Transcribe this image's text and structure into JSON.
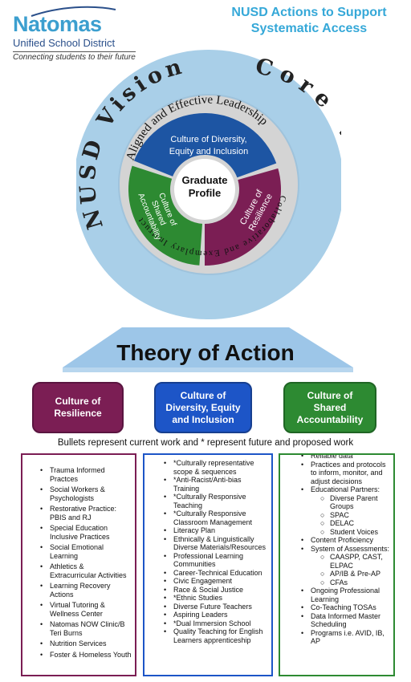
{
  "logo": {
    "name": "Natomas",
    "district": "Unified School District",
    "tagline": "Connecting students to their future"
  },
  "title": "NUSD Actions to Support Systematic Access",
  "diagram": {
    "outer_left": "NUSD Vision",
    "outer_right": "Core Values",
    "middle_top": "Aligned and Effective Leadership",
    "middle_bottom": "Collaborative and Exemplary Instruction",
    "center": [
      "Graduate",
      "Profile"
    ],
    "segments": {
      "diversity": [
        "Culture of Diversity,",
        "Equity and Inclusion"
      ],
      "resilience": [
        "Culture of",
        "Resilience"
      ],
      "accountability": [
        "Culture of",
        "Shared",
        "Accountability"
      ]
    },
    "colors": {
      "outer": "#a9cfe8",
      "middle": "#d4d4d4",
      "diversity": "#1d55a3",
      "resilience": "#7b1e54",
      "accountability": "#2d8a32",
      "roof": "#9dc6e8"
    }
  },
  "theory_of_action": "Theory of Action",
  "cultures": {
    "resilience": "Culture of Resilience",
    "diversity": "Culture of Diversity, Equity and Inclusion",
    "accountability": "Culture of Shared Accountability"
  },
  "note": "Bullets represent current work and * represent future and proposed work",
  "columns": {
    "resilience": [
      {
        "text": "Trauma Informed Practces"
      },
      {
        "text": "Social Workers & Psychologists"
      },
      {
        "text": "Restorative Practice: PBIS and RJ"
      },
      {
        "text": "Special Education Inclusive Practices"
      },
      {
        "text": "Social Emotional Learning"
      },
      {
        "text": "Athletics & Extracurricular Activities"
      },
      {
        "text": "Learning Recovery Actions"
      },
      {
        "text": "Virtual Tutoring & Wellness Center"
      },
      {
        "text": "Natomas NOW Clinic/B Teri Burns"
      },
      {
        "text": "Nutrition Services"
      },
      {
        "text": "Foster & Homeless Youth"
      }
    ],
    "diversity": [
      {
        "text": "*Culturally representative scope & sequences"
      },
      {
        "text": "*Anti-Racist/Anti-bias Training"
      },
      {
        "text": "*Culturally Responsive Teaching"
      },
      {
        "text": "*Culturally Responsive Classroom Management"
      },
      {
        "text": "Literacy Plan"
      },
      {
        "text": "Ethnically & Linguistically Diverse Materials/Resources"
      },
      {
        "text": "Professional Learning Communities"
      },
      {
        "text": "Career-Technical Education"
      },
      {
        "text": "Civic Engagement"
      },
      {
        "text": "Race & Social Justice"
      },
      {
        "text": "*Ethnic Studies"
      },
      {
        "text": "Diverse Future Teachers"
      },
      {
        "text": "Aspiring Leaders"
      },
      {
        "text": "*Dual Immersion School"
      },
      {
        "text": "Quality Teaching for English Learners apprenticeship"
      }
    ],
    "accountability": [
      {
        "text": "Reliable data",
        "level": 1
      },
      {
        "text": "Practices and protocols to inform, monitor, and adjust decisions",
        "level": 1
      },
      {
        "text": "Educational Partners:",
        "level": 1
      },
      {
        "text": "Diverse Parent Groups",
        "level": 2
      },
      {
        "text": "SPAC",
        "level": 2
      },
      {
        "text": "DELAC",
        "level": 2
      },
      {
        "text": "Student Voices",
        "level": 2
      },
      {
        "text": "Content Proficiency",
        "level": 1
      },
      {
        "text": "System of Assessments:",
        "level": 1
      },
      {
        "text": "CAASPP, CAST, ELPAC",
        "level": 2
      },
      {
        "text": "AP/IB & Pre-AP",
        "level": 2
      },
      {
        "text": "CFAs",
        "level": 2
      },
      {
        "text": "Ongoing Professional Learning",
        "level": 1
      },
      {
        "text": "Co-Teaching TOSAs",
        "level": 1
      },
      {
        "text": "Data Informed Master Scheduling",
        "level": 1
      },
      {
        "text": "Programs i.e. AVID, IB, AP",
        "level": 1
      }
    ]
  }
}
